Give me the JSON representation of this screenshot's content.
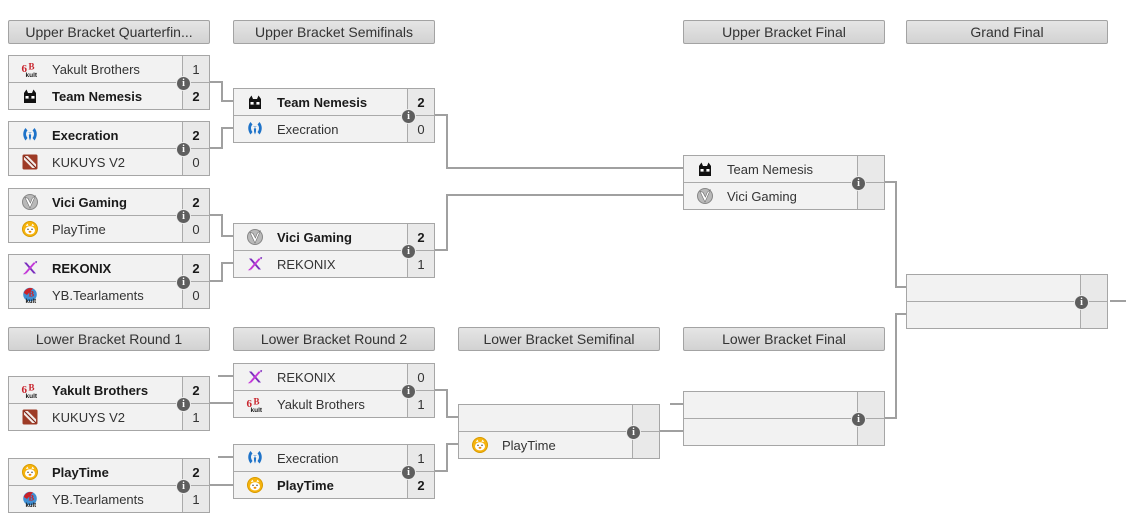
{
  "colors": {
    "match_bg": "#f2f2f2",
    "score_bg": "#e9e9e9",
    "border": "#aaaaaa",
    "header_bg": "#d9d9d9",
    "connector": "#a0a0a0",
    "text": "#333333",
    "info_badge_bg": "#5e5e5e",
    "execration_blue": "#1e73c9",
    "rekonix_purple": "#8a2be2",
    "kukuys_dota_red": "#9e3b26",
    "playtime_orange": "#f6b40e",
    "yakult_red": "#c8232c",
    "nemesis_black": "#111111",
    "vici_gray": "#b9b9b9",
    "tearlaments_blue": "#3f8fd4"
  },
  "icons": {
    "info": "i"
  },
  "headers": {
    "ub_quarterfinals": "Upper Bracket Quarterfin...",
    "ub_semifinals": "Upper Bracket Semifinals",
    "ub_final": "Upper Bracket Final",
    "grand_final": "Grand Final",
    "lb_round1": "Lower Bracket Round 1",
    "lb_round2": "Lower Bracket Round 2",
    "lb_semifinal": "Lower Bracket Semifinal",
    "lb_final": "Lower Bracket Final"
  },
  "matches": {
    "ubqf1": {
      "top": {
        "name": "Yakult Brothers",
        "score": "1",
        "winner": false
      },
      "bottom": {
        "name": "Team Nemesis",
        "score": "2",
        "winner": true
      }
    },
    "ubqf2": {
      "top": {
        "name": "Execration",
        "score": "2",
        "winner": true
      },
      "bottom": {
        "name": "KUKUYS V2",
        "score": "0",
        "winner": false
      }
    },
    "ubqf3": {
      "top": {
        "name": "Vici Gaming",
        "score": "2",
        "winner": true
      },
      "bottom": {
        "name": "PlayTime",
        "score": "0",
        "winner": false
      }
    },
    "ubqf4": {
      "top": {
        "name": "REKONIX",
        "score": "2",
        "winner": true
      },
      "bottom": {
        "name": "YB.Tearlaments",
        "score": "0",
        "winner": false
      }
    },
    "ubsf1": {
      "top": {
        "name": "Team Nemesis",
        "score": "2",
        "winner": true
      },
      "bottom": {
        "name": "Execration",
        "score": "0",
        "winner": false
      }
    },
    "ubsf2": {
      "top": {
        "name": "Vici Gaming",
        "score": "2",
        "winner": true
      },
      "bottom": {
        "name": "REKONIX",
        "score": "1",
        "winner": false
      }
    },
    "ubf": {
      "top": {
        "name": "Team Nemesis",
        "score": "",
        "winner": false
      },
      "bottom": {
        "name": "Vici Gaming",
        "score": "",
        "winner": false
      }
    },
    "gf": {
      "top": {
        "name": "",
        "score": "",
        "winner": false
      },
      "bottom": {
        "name": "",
        "score": "",
        "winner": false
      }
    },
    "lbr1m1": {
      "top": {
        "name": "Yakult Brothers",
        "score": "2",
        "winner": true
      },
      "bottom": {
        "name": "KUKUYS V2",
        "score": "1",
        "winner": false
      }
    },
    "lbr1m2": {
      "top": {
        "name": "PlayTime",
        "score": "2",
        "winner": true
      },
      "bottom": {
        "name": "YB.Tearlaments",
        "score": "1",
        "winner": false
      }
    },
    "lbr2m1": {
      "top": {
        "name": "REKONIX",
        "score": "0",
        "winner": false
      },
      "bottom": {
        "name": "Yakult Brothers",
        "score": "1",
        "winner": false
      }
    },
    "lbr2m2": {
      "top": {
        "name": "Execration",
        "score": "1",
        "winner": false
      },
      "bottom": {
        "name": "PlayTime",
        "score": "2",
        "winner": true
      }
    },
    "lbsf": {
      "top": {
        "name": "",
        "score": "",
        "winner": false
      },
      "bottom": {
        "name": "PlayTime",
        "score": "",
        "winner": false
      }
    },
    "lbf": {
      "top": {
        "name": "",
        "score": "",
        "winner": false
      },
      "bottom": {
        "name": "",
        "score": "",
        "winner": false
      }
    }
  }
}
